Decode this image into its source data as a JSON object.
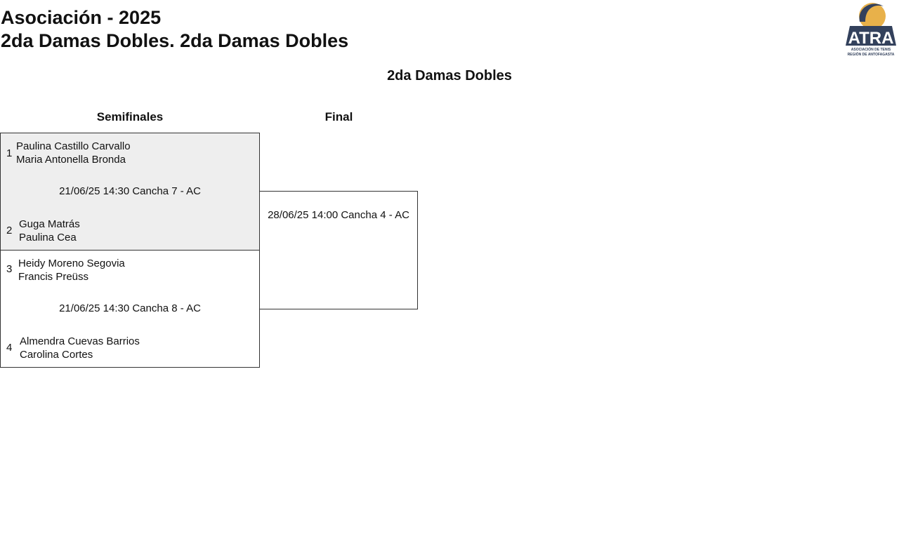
{
  "header": {
    "title": "Asociación - 2025",
    "subtitle": "2da Damas Dobles. 2da Damas Dobles",
    "logo_text": "ATRA",
    "logo_caption": "ASOCIACIÓN DE TENIS REGIÓN DE ANTOFAGASTA"
  },
  "draw_title": "2da Damas Dobles",
  "rounds": [
    "Semifinales",
    "Final"
  ],
  "colors": {
    "highlight_bg": "#eeeeee",
    "logo_navy": "#33415c",
    "logo_gold": "#e8b14a"
  },
  "semifinals": [
    {
      "info": "21/06/25 14:30 Cancha 7 - AC",
      "top": {
        "seed": "1",
        "p1": "Paulina Castillo Carvallo",
        "p2": "Maria Antonella Bronda"
      },
      "bottom": {
        "seed": "2",
        "p1": "Guga Matrás",
        "p2": "Paulina Cea"
      }
    },
    {
      "info": "21/06/25 14:30 Cancha 8 - AC",
      "top": {
        "seed": "3",
        "p1": "Heidy Moreno Segovia",
        "p2": "Francis Preüss"
      },
      "bottom": {
        "seed": "4",
        "p1": "Almendra Cuevas Barrios",
        "p2": "Carolina Cortes"
      }
    }
  ],
  "final": {
    "info": "28/06/25 14:00 Cancha 4 - AC"
  }
}
